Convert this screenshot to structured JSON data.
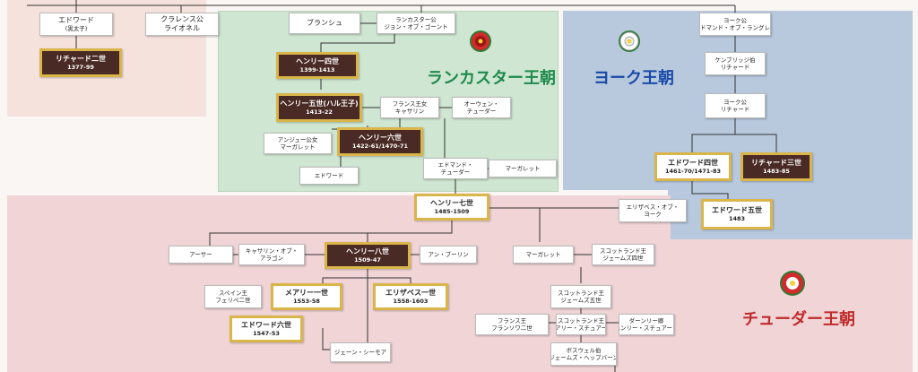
{
  "dynasties": {
    "lancaster": {
      "title": "ランカスター王朝",
      "color": "#1e8a4c"
    },
    "york": {
      "title": "ヨーク王朝",
      "color": "#1a4aa8"
    },
    "tudor": {
      "title": "チューダー王朝",
      "color": "#c02a2a"
    }
  },
  "icons": {
    "lancaster": "red-rose-icon",
    "york": "white-rose-icon",
    "tudor": "tudor-rose-icon"
  },
  "people": {
    "edward_black": {
      "name": "エドワード",
      "note": "(黒太子)"
    },
    "clarence": {
      "name": "クラレンス公",
      "note": "ライオネル"
    },
    "richard2": {
      "name": "リチャード二世",
      "years": "1377-99"
    },
    "blanche": {
      "name": "ブランシュ"
    },
    "john_gaunt": {
      "name": "ランカスター公",
      "note": "ジョン・オブ・ゴーント"
    },
    "henry4": {
      "name": "ヘンリー四世",
      "years": "1399-1413"
    },
    "henry5": {
      "name": "ヘンリー五世(ハル王子)",
      "years": "1413-22"
    },
    "catherine_fr": {
      "name": "フランス王女",
      "note": "キャサリン"
    },
    "owen": {
      "name": "オーウェン・",
      "note": "チューダー"
    },
    "margaret_anjou": {
      "name": "アンジュー公女",
      "note": "マーガレット"
    },
    "henry6": {
      "name": "ヘンリー六世",
      "years": "1422-61/1470-71"
    },
    "edward_l": {
      "name": "エドワード"
    },
    "edmund": {
      "name": "エドマンド・",
      "note": "チューダー"
    },
    "margaret_b": {
      "name": "マーガレット"
    },
    "york_edmund": {
      "name": "ヨーク公",
      "note": "エドマンド・オブ・ラングレイ"
    },
    "cambridge": {
      "name": "ケンブリッジ伯",
      "note": "リチャード"
    },
    "york_richard": {
      "name": "ヨーク公",
      "note": "リチャード"
    },
    "edward4": {
      "name": "エドワード四世",
      "years": "1461-70/1471-83"
    },
    "richard3": {
      "name": "リチャード三世",
      "years": "1483-85"
    },
    "henry7": {
      "name": "ヘンリー七世",
      "years": "1485-1509"
    },
    "elizabeth_york": {
      "name": "エリザベス・オブ・",
      "note": "ヨーク"
    },
    "edward5": {
      "name": "エドワード五世",
      "years": "1483"
    },
    "arthur": {
      "name": "アーサー"
    },
    "catherine_aragon": {
      "name": "キャサリン・オブ・",
      "note": "アラゴン"
    },
    "henry8": {
      "name": "ヘンリー八世",
      "years": "1509-47"
    },
    "anne": {
      "name": "アン・ブーリン"
    },
    "margaret_t": {
      "name": "マーガレット"
    },
    "james4": {
      "name": "スコットランド王",
      "note": "ジェームズ四世"
    },
    "philip2": {
      "name": "スペイン王",
      "note": "フェリペ二世"
    },
    "mary1": {
      "name": "メアリー一世",
      "years": "1553-58"
    },
    "elizabeth1": {
      "name": "エリザベス一世",
      "years": "1558-1603"
    },
    "james5": {
      "name": "スコットランド王",
      "note": "ジェームズ五世"
    },
    "edward6": {
      "name": "エドワード六世",
      "years": "1547-53"
    },
    "francis2": {
      "name": "フランス王",
      "note": "フランソワ二世"
    },
    "mary_scots": {
      "name": "スコットランド王",
      "note": "メアリー・スチュアート"
    },
    "darnley": {
      "name": "ダーンリー卿",
      "note": "ヘンリー・スチュアート"
    },
    "jane": {
      "name": "ジェーン・シーモア"
    },
    "bothwell": {
      "name": "ボスウェル伯",
      "note": "ジェームズ・ヘップバーン"
    }
  }
}
